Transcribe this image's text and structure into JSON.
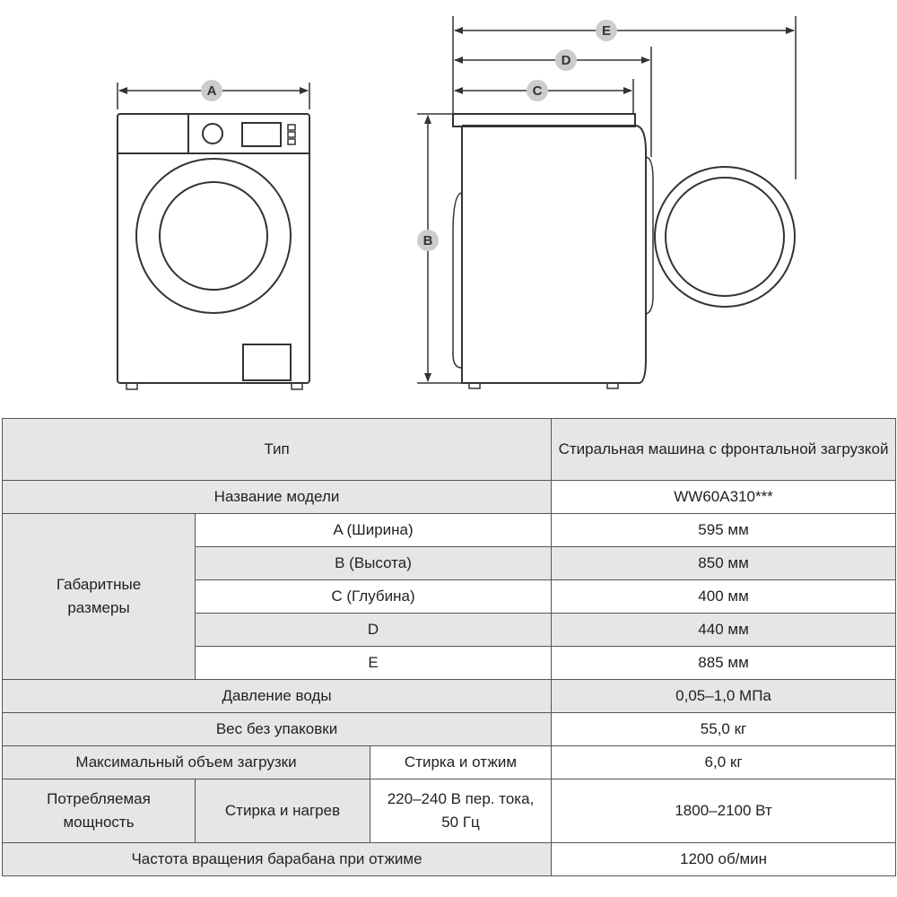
{
  "drawing_labels": {
    "a": "A",
    "b": "B",
    "c": "C",
    "d": "D",
    "e": "E"
  },
  "table": {
    "type_label": "Тип",
    "type_value": "Стиральная машина с фронтальной загрузкой",
    "model_label": "Название модели",
    "model_value": "WW60A310***",
    "dimensions_label": "Габаритные размеры",
    "dimensions": [
      {
        "name": "A (Ширина)",
        "value": "595 мм"
      },
      {
        "name": "B (Высота)",
        "value": "850 мм"
      },
      {
        "name": "C (Глубина)",
        "value": "400 мм"
      },
      {
        "name": "D",
        "value": "440 мм"
      },
      {
        "name": "E",
        "value": "885 мм"
      }
    ],
    "water_pressure_label": "Давление воды",
    "water_pressure_value": "0,05–1,0 МПа",
    "weight_label": "Вес без упаковки",
    "weight_value": "55,0 кг",
    "max_load_label": "Максимальный объем загрузки",
    "max_load_mode": "Стирка и отжим",
    "max_load_value": "6,0 кг",
    "power_label": "Потребляемая мощность",
    "power_mode": "Стирка и нагрев",
    "power_supply": "220–240 В пер. тока, 50 Гц",
    "power_value": "1800–2100 Вт",
    "spin_label": "Частота вращения барабана при отжиме",
    "spin_value": "1200 об/мин"
  }
}
